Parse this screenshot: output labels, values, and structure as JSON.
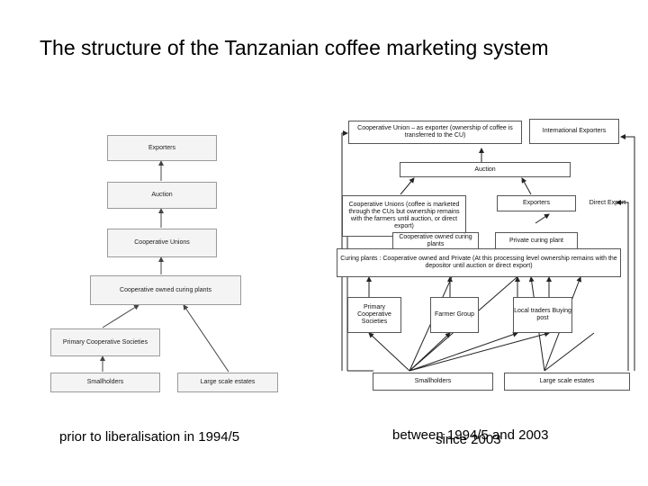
{
  "title": "The structure of the Tanzanian coffee marketing system",
  "left_diagram": {
    "caption": "prior to liberalisation in 1994/5",
    "boxes": {
      "exporters": "Exporters",
      "auction": "Auction",
      "cooperative_unions": "Cooperative Unions",
      "curing_plants": "Cooperative owned curing plants",
      "primary_societies": "Primary Cooperative Societies",
      "smallholders": "Smallholders",
      "estates": "Large scale estates"
    }
  },
  "right_diagram": {
    "caption_main": "between 1994/5 and 2003",
    "caption_overlay": "since 2003",
    "boxes": {
      "cu_exporter": "Cooperative Union – as exporter (ownership of coffee is transferred to the CU)",
      "international_exporters": "International Exporters",
      "auction": "Auction",
      "cu_marketing": "Cooperative Unions (coffee is marketed through the CUs but ownership remains with the farmers until auction, or direct export)",
      "exporters": "Exporters",
      "direct_export": "Direct Export",
      "coop_curing": "Cooperative owned curing plants",
      "private_curing": "Private curing plant",
      "curing_plants": "Curing plants : Cooperative owned and Private (At this processing level ownership remains with the depositor until auction or direct export)",
      "primary_societies": "Primary Cooperative Societies",
      "farmer_group": "Farmer Group",
      "local_traders": "Local traders Buying post",
      "smallholders": "Smallholders",
      "estates": "Large scale estates"
    }
  }
}
